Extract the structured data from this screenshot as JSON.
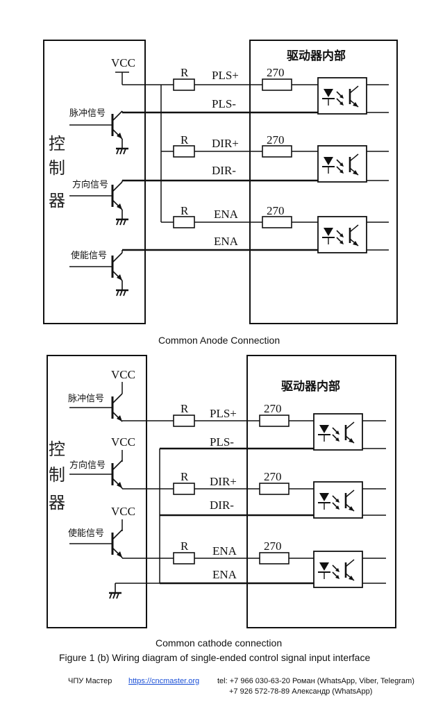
{
  "diagram_top": {
    "controller_label": [
      "控",
      "制",
      "器"
    ],
    "driver_label": "驱动器内部",
    "vcc": "VCC",
    "signals": [
      "脉冲信号",
      "方向信号",
      "使能信号"
    ],
    "resistor": "R",
    "series_resistor": "270",
    "wires": [
      "PLS+",
      "PLS-",
      "DIR+",
      "DIR-",
      "ENA",
      "ENA"
    ],
    "caption": "Common Anode Connection"
  },
  "diagram_bottom": {
    "controller_label": [
      "控",
      "制",
      "器"
    ],
    "driver_label": "驱动器内部",
    "vcc": "VCC",
    "signals": [
      "脉冲信号",
      "方向信号",
      "使能信号"
    ],
    "resistor": "R",
    "series_resistor": "270",
    "wires": [
      "PLS+",
      "PLS-",
      "DIR+",
      "DIR-",
      "ENA",
      "ENA"
    ],
    "caption": "Common cathode connection"
  },
  "figure_caption": "Figure 1 (b) Wiring diagram of single-ended control signal input interface",
  "footer": {
    "company": "ЧПУ Мастер",
    "url": "https://cncmaster.org",
    "tel1": "tel: +7 966 030-63-20 Роман (WhatsApp, Viber, Telegram)",
    "tel2": "+7 926 572-78-89 Александр (WhatsApp)"
  }
}
